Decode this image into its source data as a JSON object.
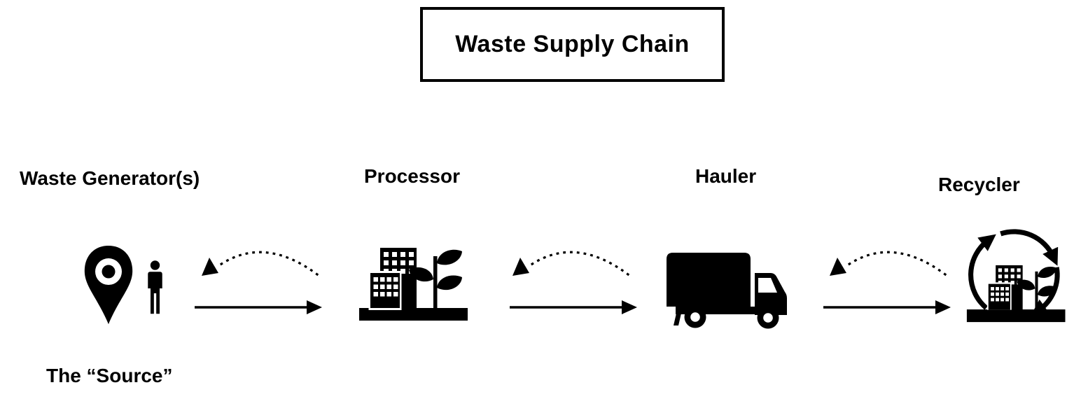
{
  "title": "Waste Supply Chain",
  "stages": [
    {
      "label": "Waste Generator(s)",
      "sublabel": "The “Source”",
      "icon": "location-pin-and-person"
    },
    {
      "label": "Processor",
      "icon": "eco-factory-building"
    },
    {
      "label": "Hauler",
      "icon": "box-truck"
    },
    {
      "label": "Recycler",
      "icon": "eco-factory-with-recycling-arrows"
    }
  ],
  "connectors": {
    "forward": {
      "style": "solid-straight-arrow",
      "direction": "left-to-right"
    },
    "feedback": {
      "style": "dotted-curved-arrow",
      "direction": "right-to-left"
    },
    "pairs": [
      {
        "from": "Waste Generator(s)",
        "to": "Processor"
      },
      {
        "from": "Processor",
        "to": "Hauler"
      },
      {
        "from": "Hauler",
        "to": "Recycler"
      }
    ]
  },
  "colors": {
    "ink": "#000000",
    "background": "#ffffff"
  }
}
